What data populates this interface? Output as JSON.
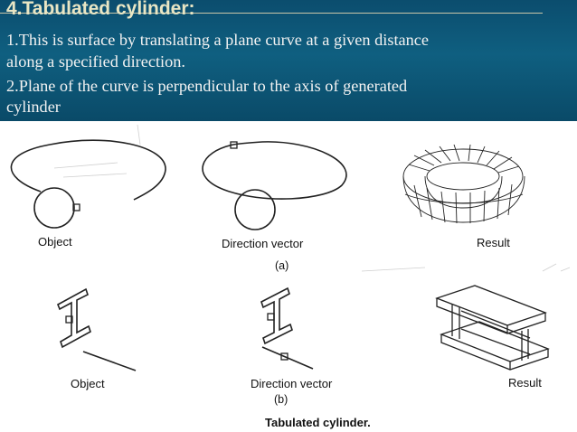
{
  "slide": {
    "title": "4.Tabulated cylinder:",
    "lines": [
      "1.This is surface by translating a plane curve at a given distance",
      "along a specified direction.",
      "2.Plane of the curve is perpendicular to the axis of generated",
      "cylinder"
    ]
  },
  "figure": {
    "row_a": {
      "object_label": "Object",
      "direction_label": "Direction vector",
      "result_label": "Result",
      "sub_label": "(a)"
    },
    "row_b": {
      "object_label": "Object",
      "direction_label": "Direction vector",
      "result_label": "Result",
      "sub_label": "(b)"
    },
    "caption": "Tabulated cylinder."
  }
}
